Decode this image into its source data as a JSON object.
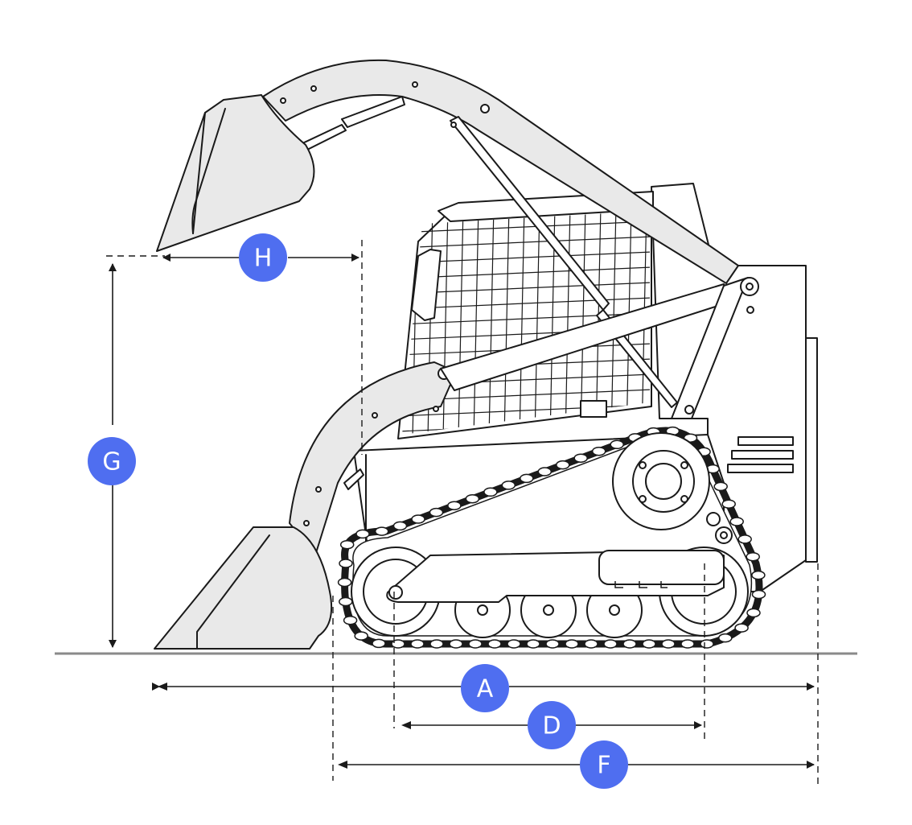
{
  "dimensions": {
    "A": {
      "label": "A"
    },
    "D": {
      "label": "D"
    },
    "F": {
      "label": "F"
    },
    "G": {
      "label": "G"
    },
    "H": {
      "label": "H"
    }
  },
  "colors": {
    "badge": "#4f6ef0",
    "ground": "#8a8a8a",
    "body_fill": "#e9e9e9",
    "outline": "#1a1a1a"
  }
}
